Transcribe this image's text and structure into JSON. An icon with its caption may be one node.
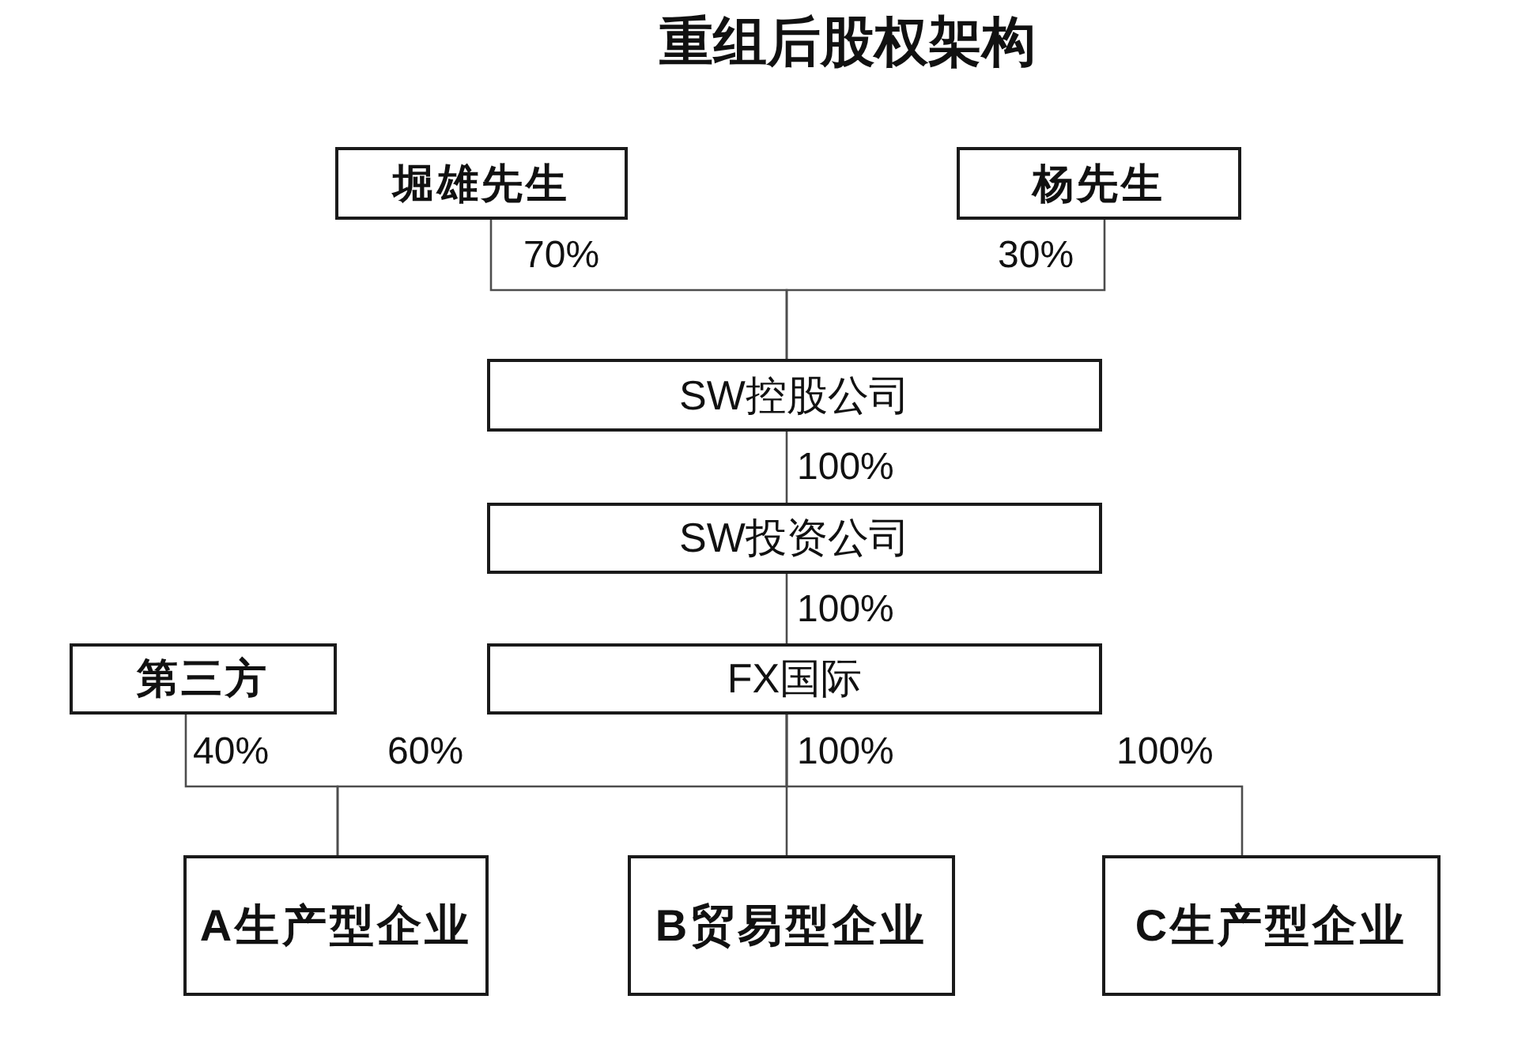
{
  "diagram": {
    "title": "重组后股权架构",
    "nodes": [
      {
        "text": [
          "堀雄先生"
        ]
      },
      {
        "text": [
          "杨先生"
        ]
      },
      {
        "text": [
          "SW控股公司"
        ]
      },
      {
        "text": [
          "SW投资公司"
        ]
      },
      {
        "text": [
          "第三方"
        ]
      },
      {
        "text": [
          "FX国际"
        ]
      },
      {
        "text": [
          "A生产型企业"
        ]
      },
      {
        "text": [
          "B贸易型企业"
        ]
      },
      {
        "text": [
          "C生产型企业"
        ]
      }
    ],
    "edges": [
      {
        "from": 0,
        "to": 2,
        "arrow": "none",
        "label": "70%"
      },
      {
        "from": 1,
        "to": 2,
        "arrow": "none",
        "label": "30%"
      },
      {
        "from": 2,
        "to": 3,
        "arrow": "none",
        "label": "100%"
      },
      {
        "from": 3,
        "to": 5,
        "arrow": "none",
        "label": "100%"
      },
      {
        "from": 4,
        "to": 6,
        "arrow": "none",
        "label": "40%"
      },
      {
        "from": 5,
        "to": 6,
        "arrow": "none",
        "label": "60%"
      },
      {
        "from": 5,
        "to": 7,
        "arrow": "none",
        "label": "100%"
      },
      {
        "from": 5,
        "to": 8,
        "arrow": "none",
        "label": "100%"
      }
    ]
  }
}
